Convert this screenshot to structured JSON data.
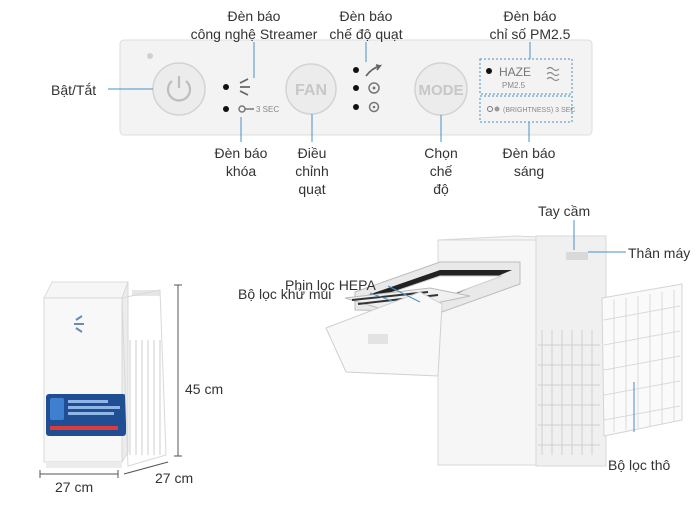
{
  "labels": {
    "streamer_line1": "Đèn báo",
    "streamer_line2": "công nghệ Streamer",
    "fan_mode_line1": "Đèn báo",
    "fan_mode_line2": "chế độ quạt",
    "pm25_line1": "Đèn báo",
    "pm25_line2": "chỉ số PM2.5",
    "power": "Bật/Tắt",
    "lock_line1": "Đèn báo",
    "lock_line2": "khóa",
    "fan_adj_line1": "Điều",
    "fan_adj_line2": "chỉnh",
    "fan_adj_line3": "quạt",
    "mode_line1": "Chọn",
    "mode_line2": "chế",
    "mode_line3": "độ",
    "brightness_line1": "Đèn báo",
    "brightness_line2": "sáng",
    "handle": "Tay cầm",
    "body": "Thân máy",
    "hepa": "Phin lọc HEPA",
    "deodor": "Bộ lọc khử mùi",
    "prefilter": "Bộ lọc thô",
    "height": "45 cm",
    "width": "27 cm",
    "depth": "27 cm"
  },
  "panel": {
    "fan_button": "FAN",
    "mode_button": "MODE",
    "lock_text": "3 SEC",
    "haze": "HAZE",
    "pm25": "PM2.5",
    "brightness_text": "(BRIGHTNESS) 3 SEC"
  }
}
